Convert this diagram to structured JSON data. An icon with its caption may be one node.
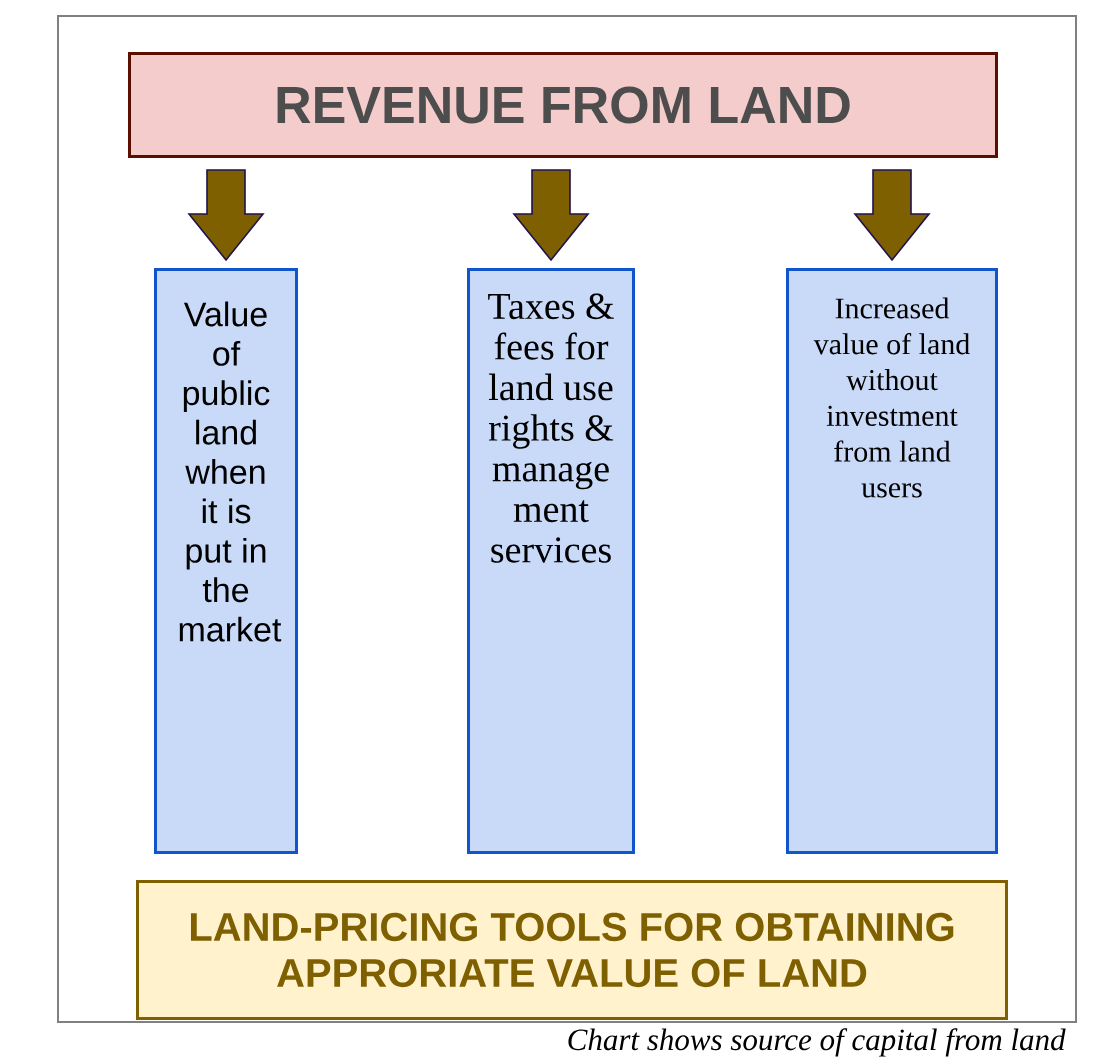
{
  "diagram": {
    "nodes": [
      {
        "text": [
          "REVENUE FROM LAND"
        ]
      },
      {
        "text": [
          "Value of public land when it is put in the market"
        ]
      },
      {
        "text": [
          "Taxes & fees for land use rights & manage ment services"
        ]
      },
      {
        "text": [
          "Increased value of land without investment from land users"
        ]
      },
      {
        "text": [
          "LAND-PRICING TOOLS FOR OBTAINING APPRORIATE VALUE OF LAND"
        ]
      }
    ],
    "edges": [
      {
        "from": 0,
        "to": 1,
        "arrow": "to"
      },
      {
        "from": 0,
        "to": 2,
        "arrow": "to"
      },
      {
        "from": 0,
        "to": 3,
        "arrow": "to"
      }
    ],
    "caption": "Chart shows source of capital from land"
  }
}
